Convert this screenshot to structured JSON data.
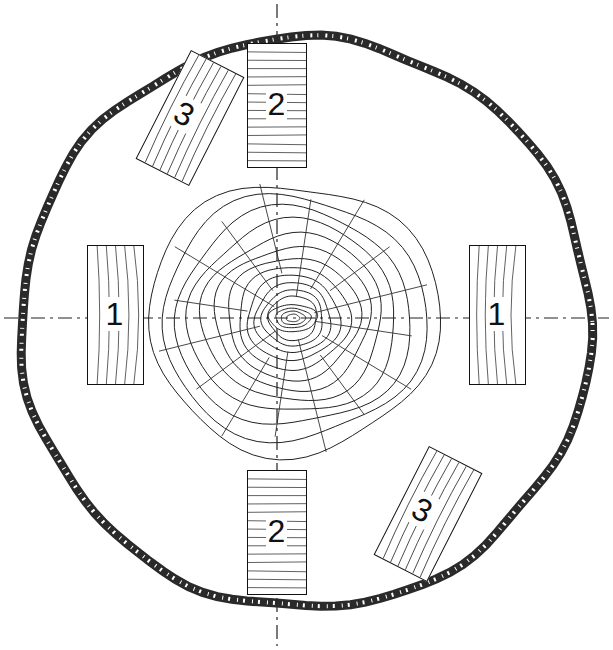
{
  "diagram": {
    "nodes": [
      {
        "text": [
          "3"
        ]
      },
      {
        "text": [
          "2"
        ]
      },
      {
        "text": [
          "1"
        ]
      },
      {
        "text": [
          "1"
        ]
      },
      {
        "text": [
          "2"
        ]
      },
      {
        "text": [
          "3"
        ]
      }
    ]
  }
}
